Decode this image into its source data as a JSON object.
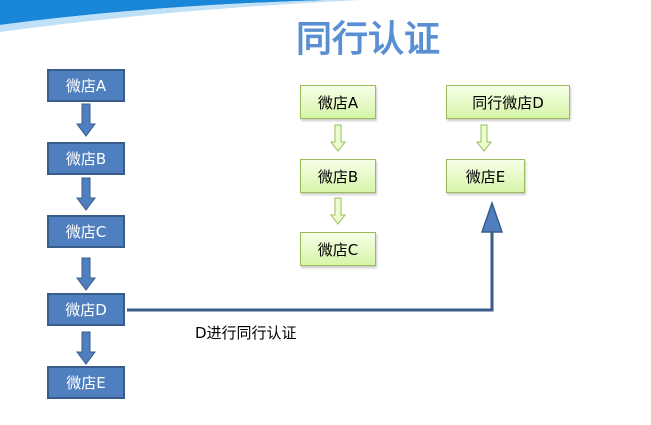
{
  "title": "同行认证",
  "left_chain": [
    "微店A",
    "微店B",
    "微店C",
    "微店D",
    "微店E"
  ],
  "right_chain": [
    "微店A",
    "微店B",
    "微店C"
  ],
  "peer": {
    "source": "同行微店D",
    "target": "微店E"
  },
  "note": "D进行同行认证"
}
